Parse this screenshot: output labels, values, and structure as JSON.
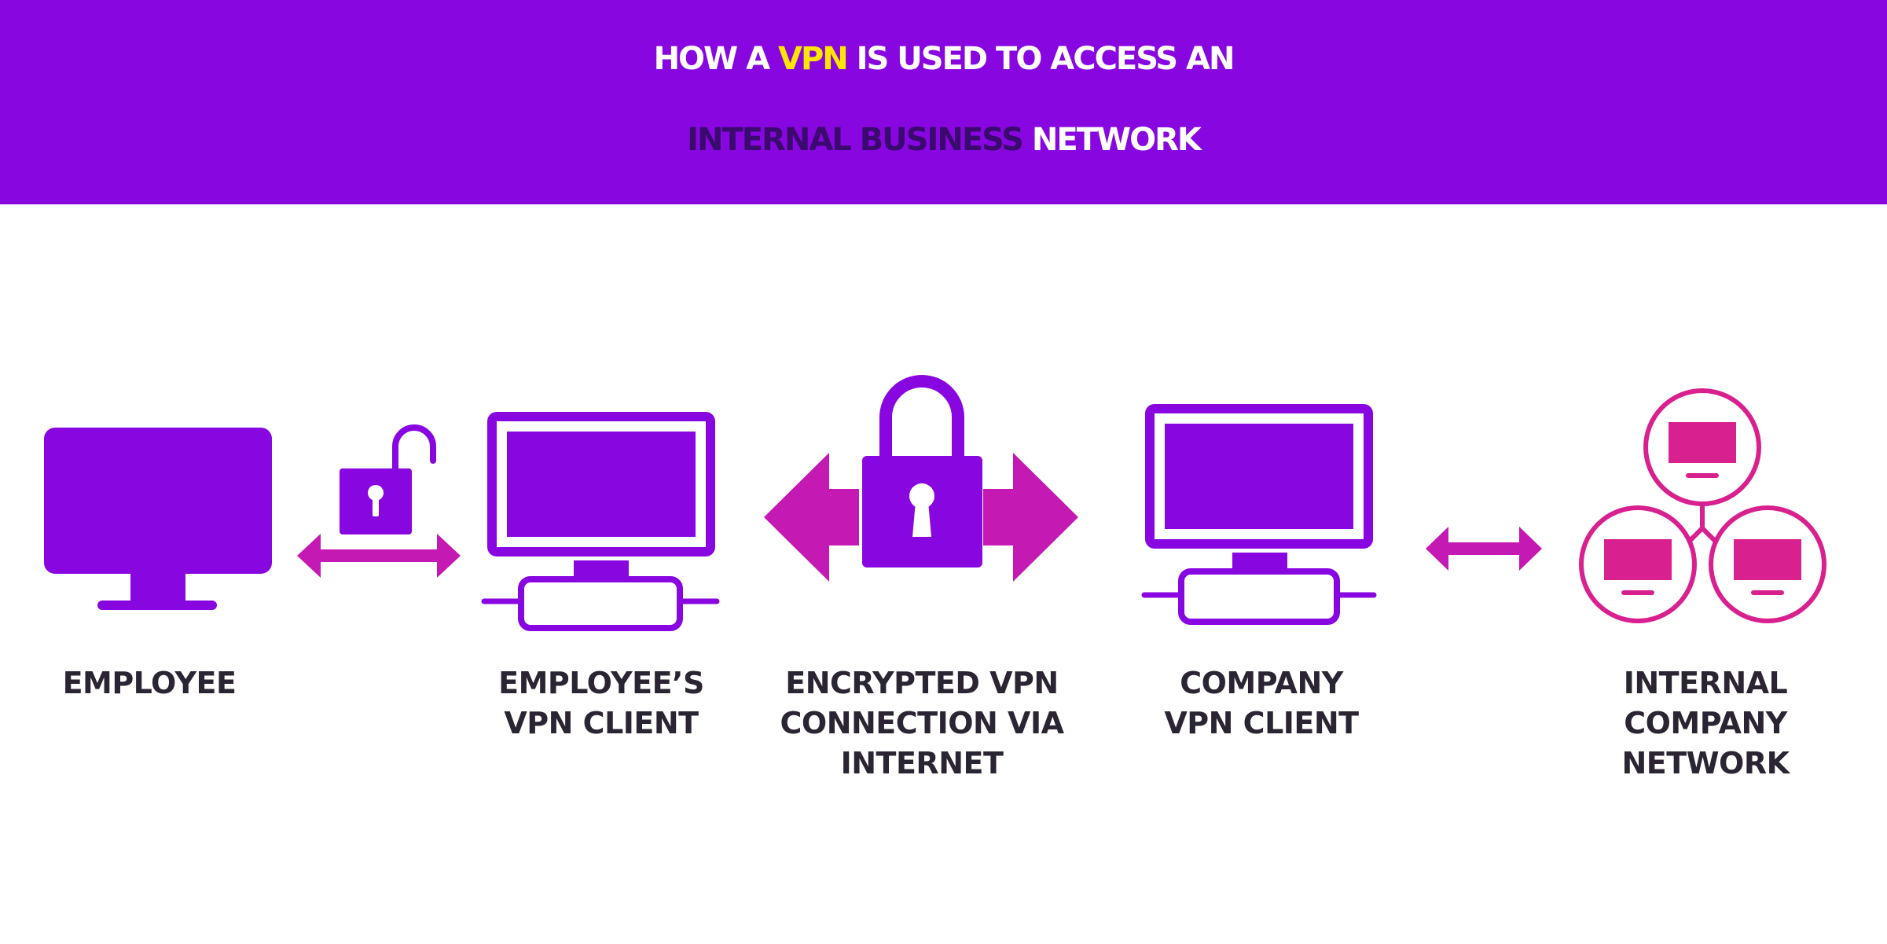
{
  "title": {
    "line1": [
      {
        "text": "HOW A ",
        "color": "#ffffff"
      },
      {
        "text": "VPN",
        "color": "#ffe600"
      },
      {
        "text": " IS USED TO ACCESS AN",
        "color": "#ffffff"
      }
    ],
    "line2": [
      {
        "text": "INTERNAL BUSINESS ",
        "color": "#3a0a6e"
      },
      {
        "text": " NETWORK",
        "color": "#ffffff"
      }
    ]
  },
  "nodes": [
    {
      "id": "employee",
      "icon": "desktop-monitor-icon",
      "label_lines": [
        "EMPLOYEE"
      ]
    },
    {
      "id": "employee-vpn-client",
      "icon": "computer-icon",
      "label_lines": [
        "EMPLOYEE’S",
        "VPN CLIENT"
      ]
    },
    {
      "id": "encrypted-connection",
      "icon": "closed-padlock-icon",
      "label_lines": [
        "ENCRYPTED VPN",
        "CONNECTION VIA",
        "INTERNET"
      ]
    },
    {
      "id": "company-vpn-client",
      "icon": "computer-icon",
      "label_lines": [
        "COMPANY",
        "VPN CLIENT"
      ]
    },
    {
      "id": "internal-network",
      "icon": "network-nodes-icon",
      "label_lines": [
        "INTERNAL",
        "COMPANY",
        "NETWORK"
      ]
    }
  ],
  "connectors": [
    {
      "icon": "open-padlock-icon",
      "arrow": "double-arrow-icon"
    },
    {
      "arrow": "large-double-arrow-icon"
    },
    {
      "arrow": "double-arrow-icon"
    }
  ],
  "colors": {
    "header_bg": "#8806e0",
    "primary_purple": "#8806e0",
    "magenta": "#c419b3",
    "network_pink": "#d8208f",
    "highlight_yellow": "#ffe600",
    "dark_text": "#2b2533",
    "dark_title": "#3a0a6e",
    "white": "#ffffff"
  }
}
